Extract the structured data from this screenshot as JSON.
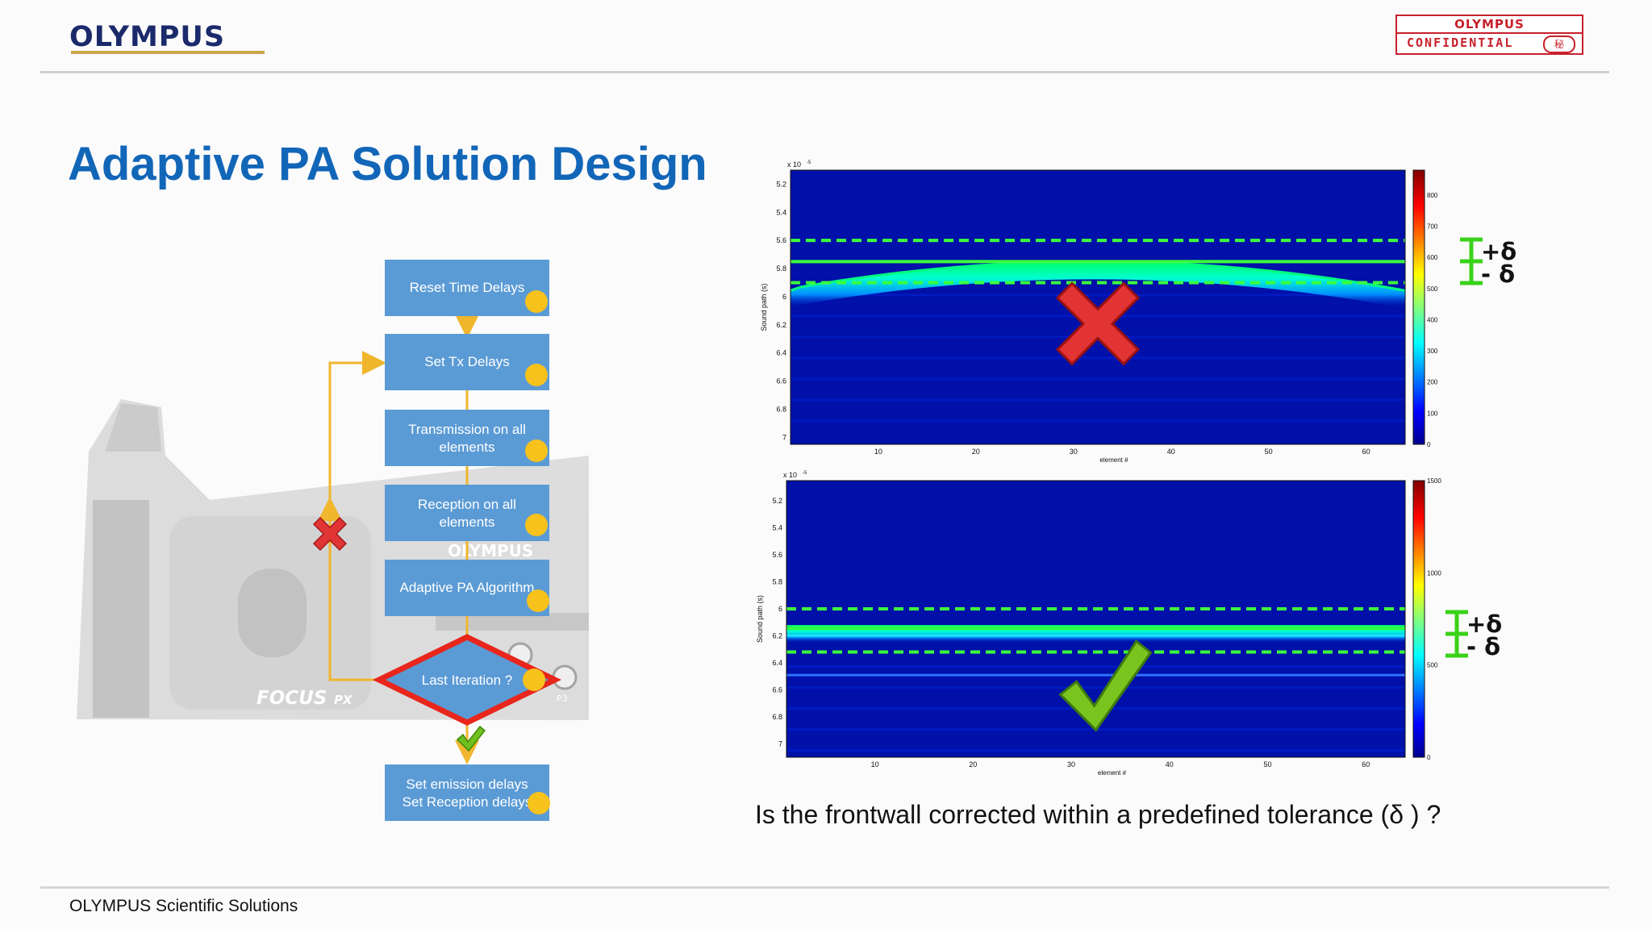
{
  "header": {
    "logo_text": "OLYMPUS",
    "confidential_top": "OLYMPUS",
    "confidential_bottom": "CONFIDENTIAL",
    "confidential_seal": "秘"
  },
  "title": "Adaptive PA Solution Design",
  "flowchart": {
    "steps": [
      {
        "line1": "Reset Time Delays",
        "line2": ""
      },
      {
        "line1": "Set Tx Delays",
        "line2": ""
      },
      {
        "line1": "Transmission on all",
        "line2": "elements"
      },
      {
        "line1": "Reception on all",
        "line2": "elements"
      },
      {
        "line1": "Adaptive PA Algorithm",
        "line2": ""
      }
    ],
    "decision": "Last Iteration ?",
    "final": {
      "line1": "Set emission delays",
      "line2": "Set Reception delays"
    },
    "device_logo": "OLYMPUS",
    "device_model": "FOCUS",
    "device_model_suffix": "PX",
    "device_label": "P3",
    "colors": {
      "box": "#5b9bd5",
      "arrow": "#f0b62d",
      "diamond_border": "#e8261c",
      "dot": "#f7c21c"
    }
  },
  "chart_data": [
    {
      "type": "heatmap",
      "multiplier": "x 10",
      "multiplier_exp": "-5",
      "ylabel": "Sound path (s)",
      "xlabel": "element #",
      "xticks": [
        "10",
        "20",
        "30",
        "40",
        "50",
        "60"
      ],
      "yticks": [
        "5.2",
        "5.4",
        "5.6",
        "5.8",
        "6",
        "6.2",
        "6.4",
        "6.6",
        "6.8",
        "7"
      ],
      "ylim": [
        5.1,
        7.05
      ],
      "xlim": [
        1,
        64
      ],
      "colorbar_ticks": [
        "0",
        "100",
        "200",
        "300",
        "400",
        "500",
        "600",
        "700",
        "800"
      ],
      "colorbar_max": 880,
      "tolerance_upper": 5.6,
      "tolerance_lower": 5.9,
      "reference_line": 5.75,
      "result": "fail",
      "tolerance_plus": "+δ",
      "tolerance_minus": "- δ"
    },
    {
      "type": "heatmap",
      "multiplier": "x 10",
      "multiplier_exp": "-5",
      "ylabel": "Sound path (s)",
      "xlabel": "element #",
      "xticks": [
        "10",
        "20",
        "30",
        "40",
        "50",
        "60"
      ],
      "yticks": [
        "5.2",
        "5.4",
        "5.6",
        "5.8",
        "6",
        "6.2",
        "6.4",
        "6.6",
        "6.8",
        "7"
      ],
      "ylim": [
        5.05,
        7.1
      ],
      "xlim": [
        1,
        64
      ],
      "colorbar_ticks": [
        "0",
        "500",
        "1000",
        "1500"
      ],
      "colorbar_max": 1500,
      "tolerance_upper": 6.0,
      "tolerance_lower": 6.32,
      "reference_line": 6.18,
      "result": "pass",
      "tolerance_plus": "+δ",
      "tolerance_minus": "- δ"
    }
  ],
  "question": "Is the frontwall corrected within a predefined tolerance (δ ) ?",
  "footer": "OLYMPUS Scientific Solutions"
}
